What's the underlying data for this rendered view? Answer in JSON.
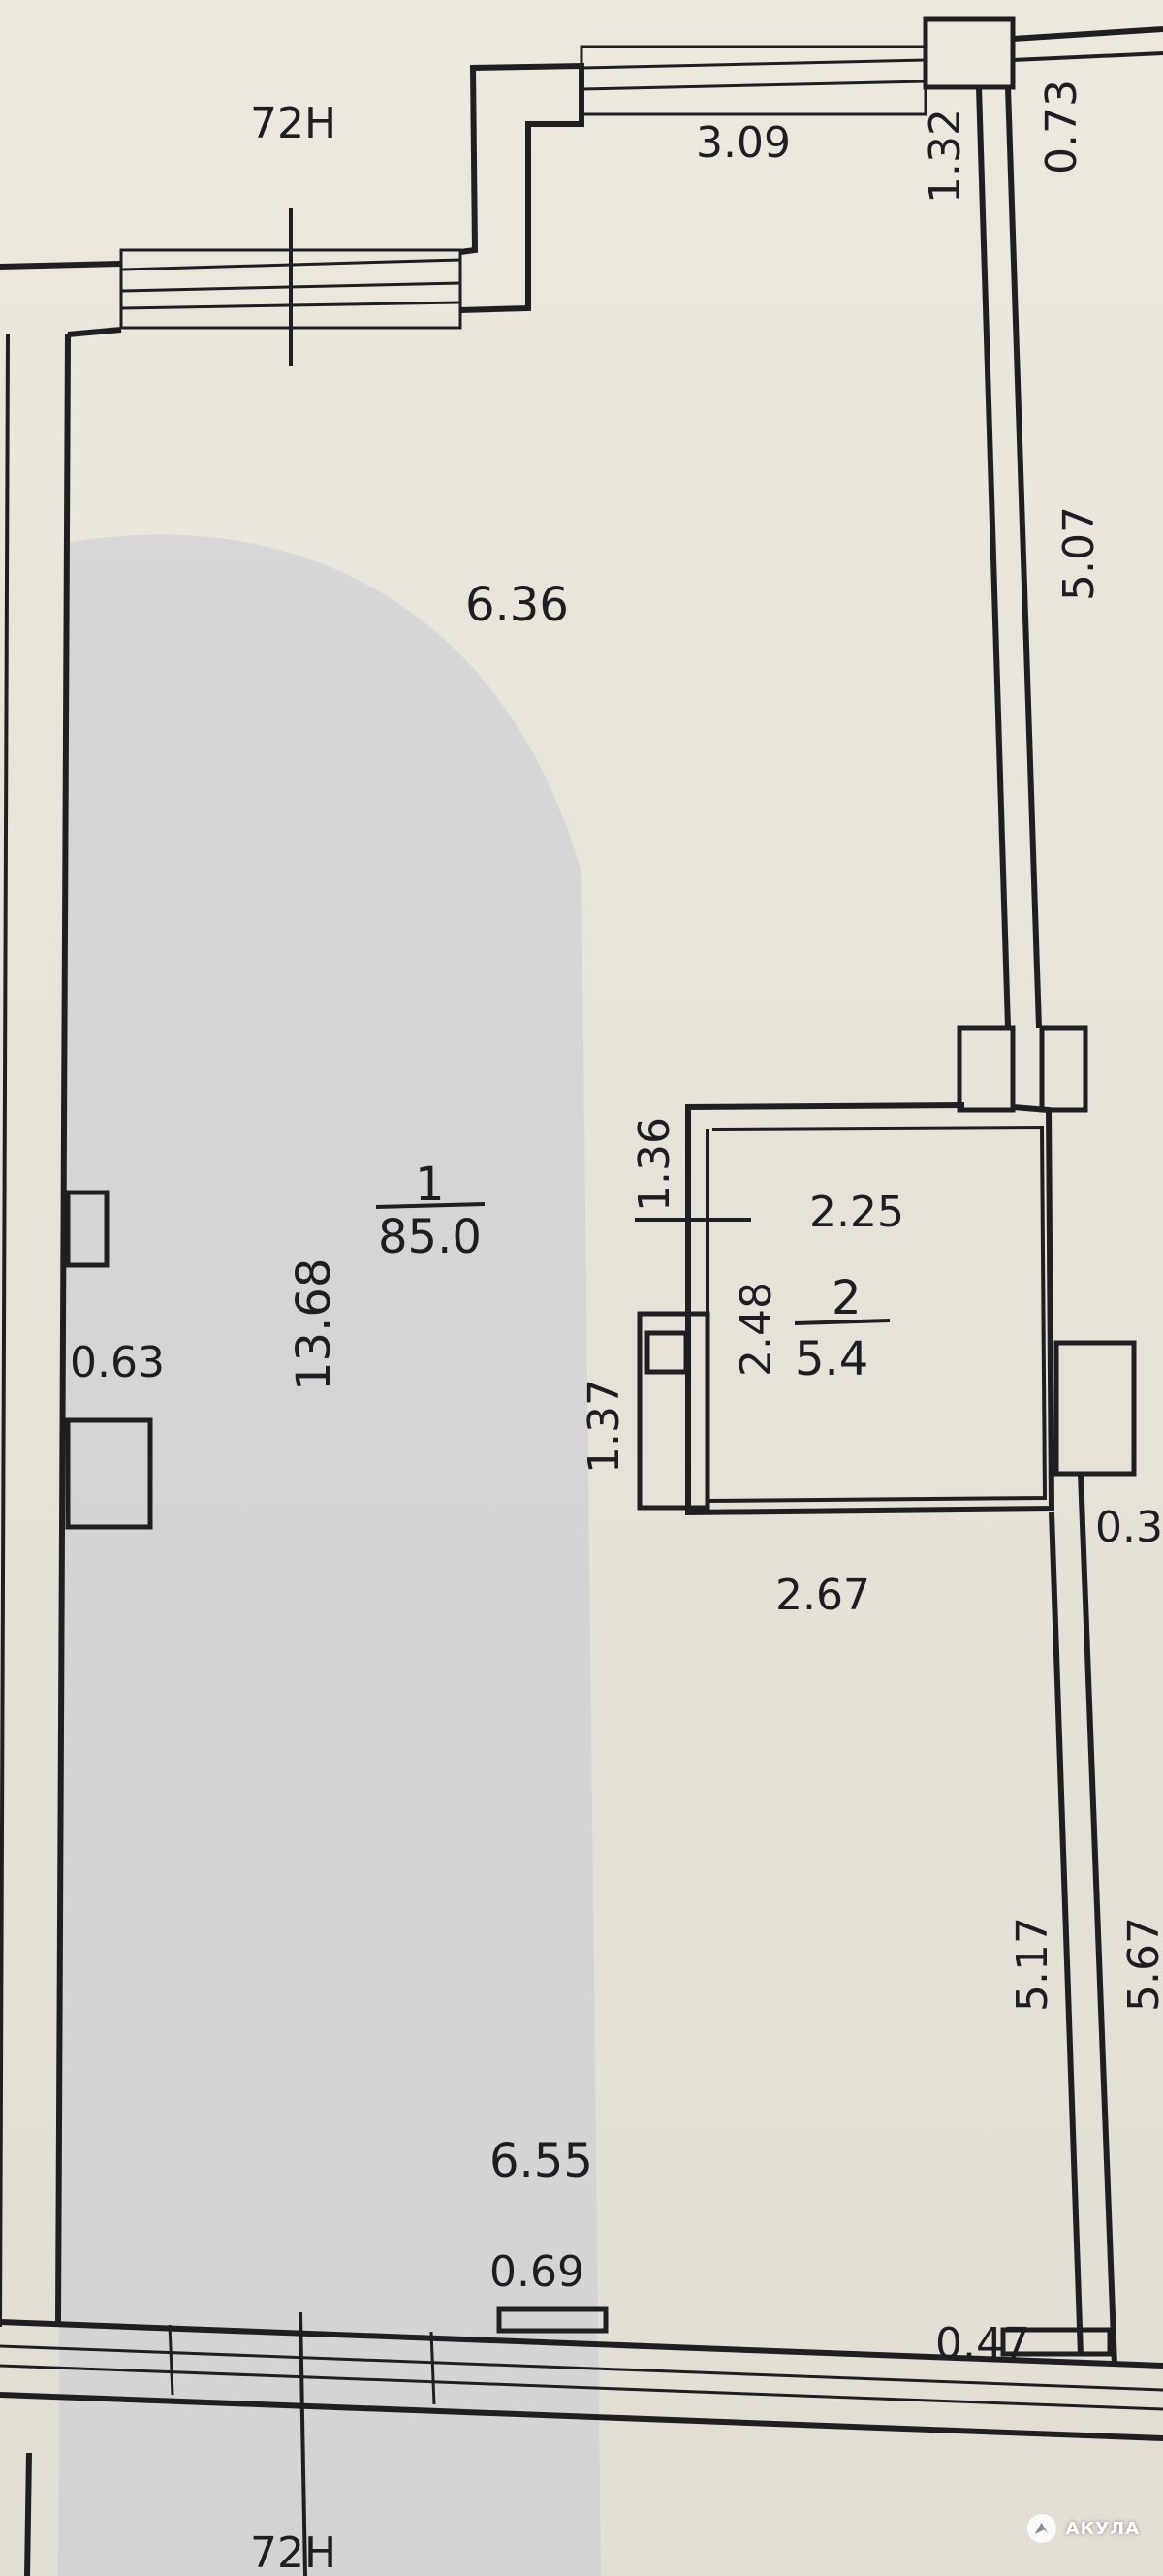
{
  "plan": {
    "axis_top": "72Н",
    "axis_bottom": "72Н",
    "room1": {
      "number": "1",
      "area": "85.0"
    },
    "room2": {
      "number": "2",
      "area": "5.4"
    },
    "dims": {
      "d309": "3.09",
      "d132": "1.32",
      "d073": "0.73",
      "d636": "6.36",
      "d507": "5.07",
      "d136": "1.36",
      "d225": "2.25",
      "d248": "2.48",
      "d1368": "13.68",
      "d063": "0.63",
      "d137": "1.37",
      "d03": "0.3",
      "d267": "2.67",
      "d517": "5.17",
      "d567": "5.67",
      "d655": "6.55",
      "d069": "0.69",
      "d047": "0.47"
    }
  },
  "watermark": {
    "text": "АКУЛА"
  },
  "colors": {
    "paper": "#e8e4da",
    "ink": "#1f1f22",
    "shadow": "#c9cbd4"
  }
}
